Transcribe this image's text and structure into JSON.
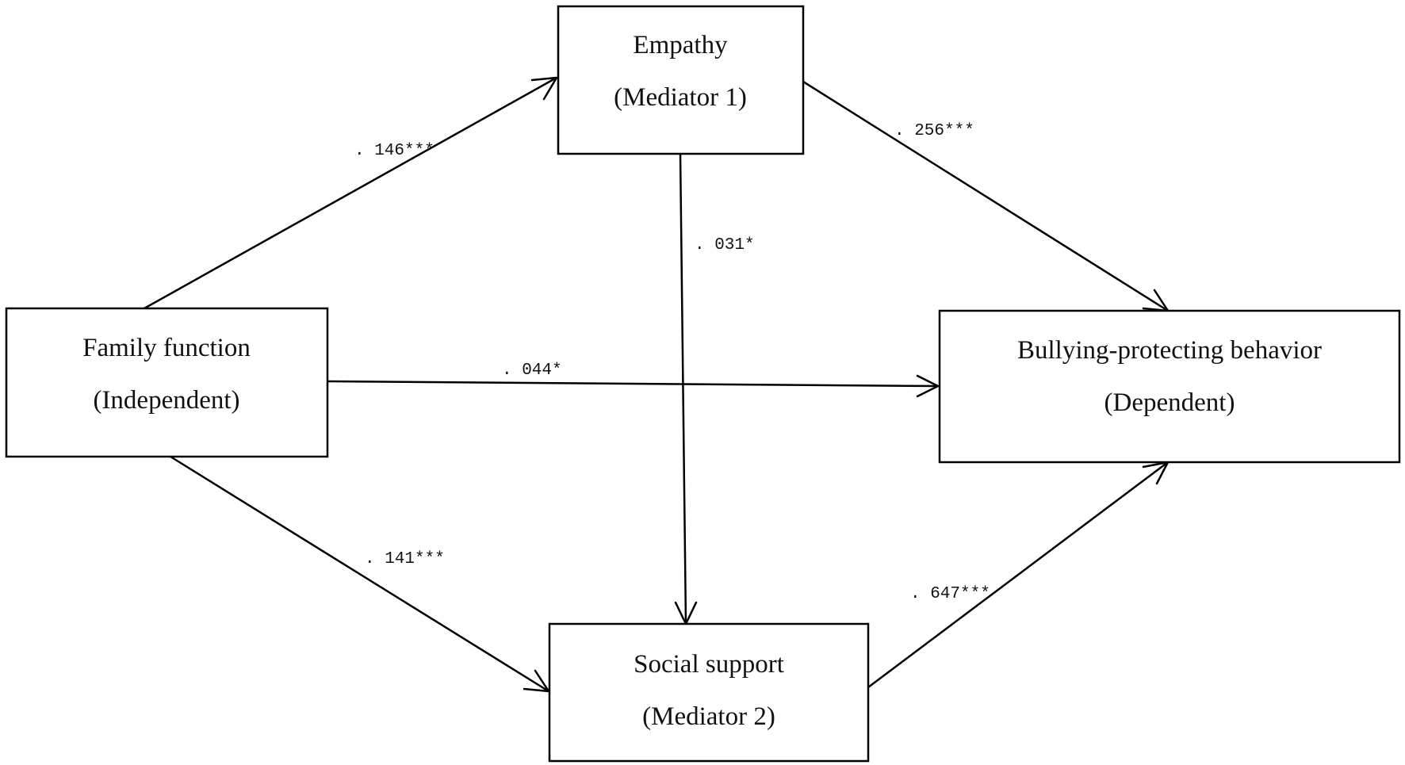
{
  "nodes": {
    "empathy": {
      "line1": "Empathy",
      "line2": "(Mediator 1)"
    },
    "family": {
      "line1": "Family function",
      "line2": "(Independent)"
    },
    "bullying": {
      "line1": "Bullying-protecting behavior",
      "line2": "(Dependent)"
    },
    "social": {
      "line1": "Social support",
      "line2": "(Mediator 2)"
    }
  },
  "edges": {
    "family_to_empathy": ". 146***",
    "empathy_to_bullying": ". 256***",
    "empathy_to_social": ". 031*",
    "family_to_bullying": ". 044*",
    "family_to_social": ". 141***",
    "social_to_bullying": ". 647***"
  }
}
